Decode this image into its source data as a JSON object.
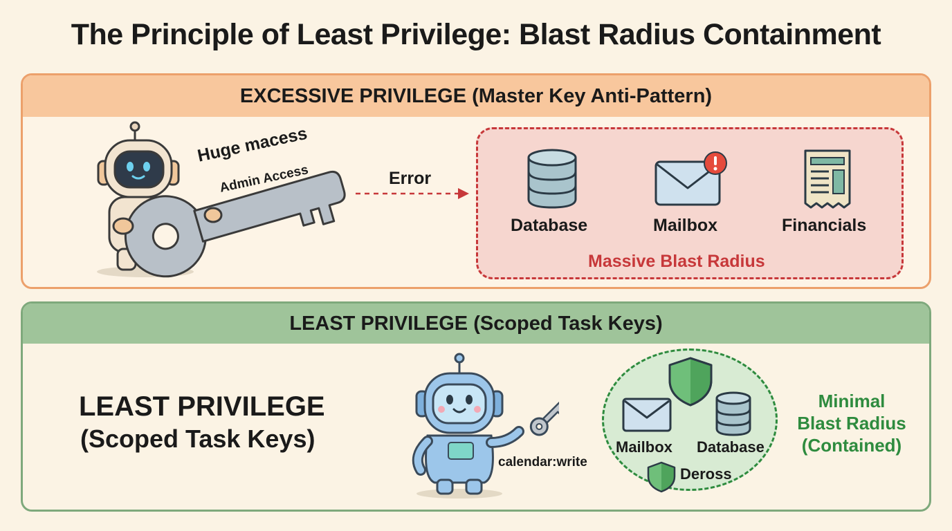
{
  "title": "The Principle of Least Privilege: Blast Radius Containment",
  "excessive": {
    "header": "EXCESSIVE PRIVILEGE (Master Key Anti-Pattern)",
    "key_caption": "Huge macess",
    "key_label": "Admin Access",
    "arrow_label": "Error",
    "resources": [
      {
        "label": "Database",
        "icon": "database-icon"
      },
      {
        "label": "Mailbox",
        "icon": "envelope-alert-icon"
      },
      {
        "label": "Financials",
        "icon": "ledger-icon"
      }
    ],
    "blast_label": "Massive Blast Radius",
    "colors": {
      "border": "#eca06b",
      "header": "#f8c79d",
      "zone": "#f6d6cf",
      "zone_border": "#c7383a",
      "blast_text": "#c7383a"
    }
  },
  "least": {
    "header": "LEAST PRIVILEGE (Scoped Task Keys)",
    "side_title_line1": "LEAST PRIVILEGE",
    "side_title_line2": "(Scoped Task Keys)",
    "key_label": "calendar:write",
    "zone_items": [
      {
        "label": "Mailbox",
        "icon": "envelope-icon"
      },
      {
        "label": "Database",
        "icon": "database-icon"
      },
      {
        "label": "Deross",
        "icon": "shield-icon"
      }
    ],
    "blast_line1": "Minimal",
    "blast_line2": "Blast Radius",
    "blast_line3": "(Contained)",
    "colors": {
      "border": "#7ea97c",
      "header": "#9fc49a",
      "zone": "#d8ebd3",
      "zone_border": "#2e8b3e",
      "blast_text": "#2e8b3e"
    }
  }
}
